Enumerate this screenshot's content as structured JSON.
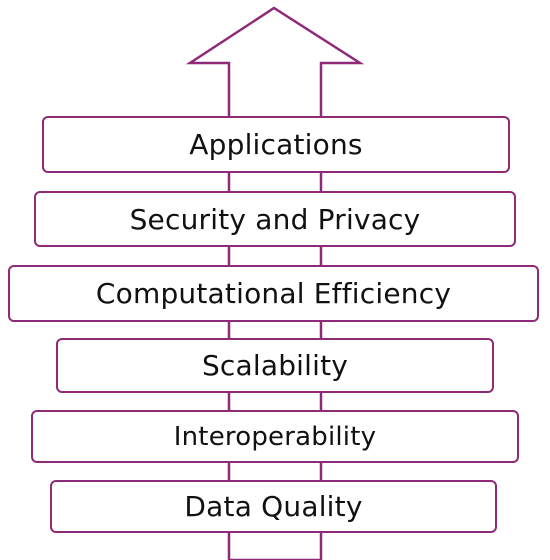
{
  "colors": {
    "accent": "#8e2a78",
    "text": "#111111",
    "background": "#ffffff"
  },
  "layers": [
    {
      "id": "applications",
      "label": "Applications"
    },
    {
      "id": "security-and-privacy",
      "label": "Security and Privacy"
    },
    {
      "id": "computational-efficiency",
      "label": "Computational Efficiency"
    },
    {
      "id": "scalability",
      "label": "Scalability"
    },
    {
      "id": "interoperability",
      "label": "Interoperability"
    },
    {
      "id": "data-quality",
      "label": "Data Quality"
    }
  ]
}
